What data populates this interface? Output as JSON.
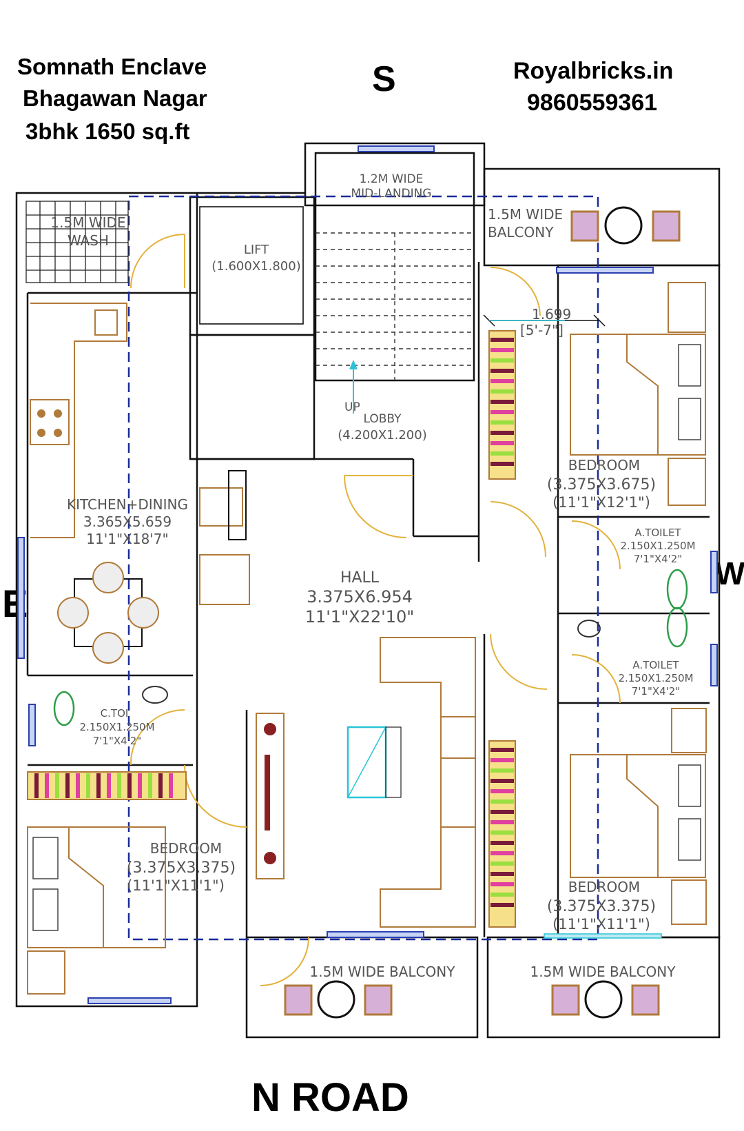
{
  "header": {
    "project_line1": "Somnath Enclave",
    "project_line2": "Bhagawan Nagar",
    "project_line3": "3bhk 1650 sq.ft",
    "brand": "Royalbricks.in",
    "phone": "9860559361"
  },
  "compass": {
    "south": "S",
    "east": "E",
    "west": "W",
    "north_road": "N  ROAD"
  },
  "rooms": {
    "mid_landing": {
      "line1": "1.2M  WIDE",
      "line2": "MID-LANDING"
    },
    "wash": {
      "line1": "1.5M  WIDE",
      "line2": "WASH"
    },
    "lift": {
      "line1": "LIFT",
      "line2": "(1.600X1.800)"
    },
    "balcony_top": {
      "line1": "1.5M  WIDE",
      "line2": "BALCONY"
    },
    "dimension_marker": {
      "line1": "1.699",
      "line2": "[5'-7\"]"
    },
    "stair_up": "UP",
    "lobby": {
      "line1": "LOBBY",
      "line2": "(4.200X1.200)"
    },
    "bedroom_ne": {
      "line1": "BEDROOM",
      "line2": "(3.375X3.675)",
      "line3": "(11'1\"X12'1\")"
    },
    "kitchen": {
      "line1": "KITCHEN+DINING",
      "line2": "3.365X5.659",
      "line3": "11'1\"X18'7\""
    },
    "toilet_a1": {
      "line1": "A.TOILET",
      "line2": "2.150X1.250M",
      "line3": "7'1\"X4'2\""
    },
    "hall": {
      "line1": "HALL",
      "line2": "3.375X6.954",
      "line3": "11'1\"X22'10\""
    },
    "toilet_a2": {
      "line1": "A.TOILET",
      "line2": "2.150X1.250M",
      "line3": "7'1\"X4'2\""
    },
    "common_toilet": {
      "line1": "C.TOI",
      "line2": "2.150X1.250M",
      "line3": "7'1\"X4'2\""
    },
    "bedroom_sw": {
      "line1": "BEDROOM",
      "line2": "(3.375X3.375)",
      "line3": "(11'1\"X11'1\")"
    },
    "bedroom_se": {
      "line1": "BEDROOM",
      "line2": "(3.375X3.375)",
      "line3": "(11'1\"X11'1\")"
    },
    "balcony_bottom_left": "1.5M  WIDE  BALCONY",
    "balcony_bottom_right": "1.5M  WIDE  BALCONY"
  },
  "colors": {
    "wall": "#111111",
    "furniture": "#b07a3a",
    "door": "#e3b23c",
    "window": "#2a3fb0",
    "boundary": "#1a2a9a",
    "sanitary": "#2e9e4a",
    "table": "#29c4d8"
  }
}
